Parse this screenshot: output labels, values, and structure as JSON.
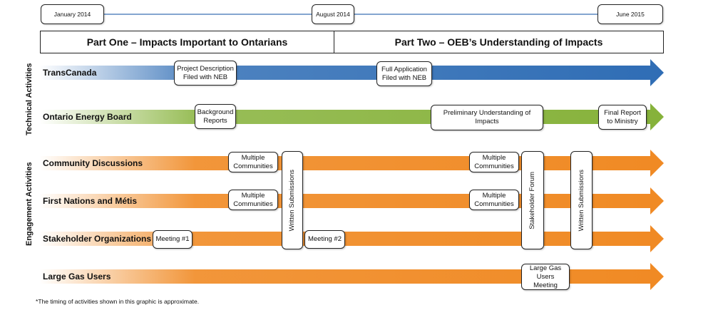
{
  "timeline": {
    "start": "January 2014",
    "mid": "August 2014",
    "end": "June 2015"
  },
  "parts": {
    "one": "Part One – Impacts Important to Ontarians",
    "two": "Part Two – OEB’s Understanding of Impacts"
  },
  "groups": {
    "technical": "Technical Activities",
    "engagement": "Engagement Activities"
  },
  "rows": {
    "transcanada": "TransCanada",
    "oeb": "Ontario Energy Board",
    "community": "Community Discussions",
    "first_nations": "First Nations and Métis",
    "stakeholder": "Stakeholder Organizations",
    "gas_users": "Large Gas Users"
  },
  "milestones": {
    "project_description": "Project Description Filed with NEB",
    "full_application": "Full Application Filed with NEB",
    "background_reports": "Background Reports",
    "preliminary": "Preliminary Understanding of Impacts",
    "final_report": "Final Report to Ministry",
    "multiple_communities": "Multiple Communities",
    "written_submissions": "Written Submissions",
    "stakeholder_forum": "Stakeholder Forum",
    "meeting1": "Meeting #1",
    "meeting2": "Meeting #2",
    "gas_users_meeting": "Large Gas Users Meeting"
  },
  "colors": {
    "blue": "#2f6db5",
    "green": "#86b23a",
    "orange": "#f08a24"
  },
  "footnote": "The timing of activities shown in this graphic is approximate."
}
